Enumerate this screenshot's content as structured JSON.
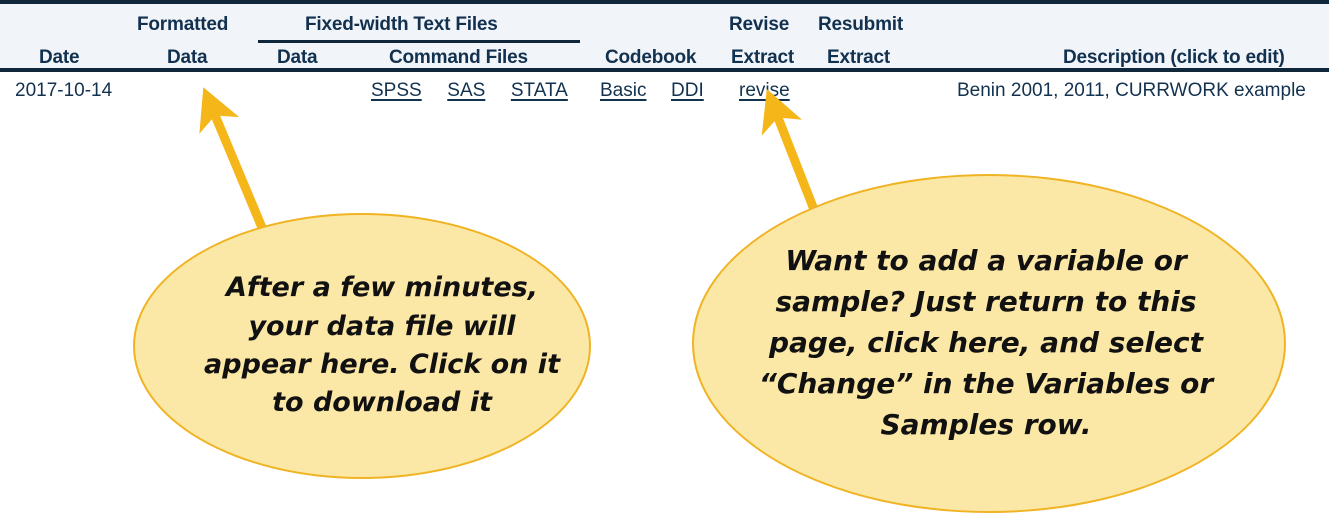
{
  "table": {
    "header": {
      "top_row": [
        {
          "key": "formatted",
          "label": "Formatted"
        },
        {
          "key": "fixed_width",
          "label": "Fixed-width Text Files"
        },
        {
          "key": "revise",
          "label": "Revise"
        },
        {
          "key": "resubmit",
          "label": "Resubmit"
        }
      ],
      "bottom_row": [
        {
          "key": "date",
          "label": "Date"
        },
        {
          "key": "formatted_data",
          "label": "Data"
        },
        {
          "key": "fw_data",
          "label": "Data"
        },
        {
          "key": "command_files",
          "label": "Command Files"
        },
        {
          "key": "codebook",
          "label": "Codebook"
        },
        {
          "key": "revise_extract",
          "label": "Extract"
        },
        {
          "key": "resubmit_extract",
          "label": "Extract"
        },
        {
          "key": "description",
          "label": "Description (click to edit)"
        }
      ]
    },
    "rows": [
      {
        "date": "2017-10-14",
        "formatted_data": "",
        "fixed_width_data": "",
        "command_files": [
          "SPSS",
          "SAS",
          "STATA"
        ],
        "codebook": [
          "Basic",
          "DDI"
        ],
        "revise_extract": "revise",
        "resubmit_extract": "",
        "description": "Benin 2001, 2011, CURRWORK example"
      }
    ]
  },
  "callouts": [
    {
      "id": "callout-data-file",
      "text": "After a few minutes, your data file will appear here. Click on it to download it",
      "points_to": "formatted-data-column"
    },
    {
      "id": "callout-revise",
      "text": "Want to add a variable or sample? Just return to this page, click here, and select “Change” in the Variables or Samples row.",
      "points_to": "revise-link"
    }
  ],
  "colors": {
    "header_background": "#f1f4f8",
    "header_text": "#11314f",
    "rule": "#10263b",
    "link_text": "#12324f",
    "callout_fill": "#fce8a6",
    "callout_border": "#f0b323",
    "arrow": "#f5b61a"
  }
}
